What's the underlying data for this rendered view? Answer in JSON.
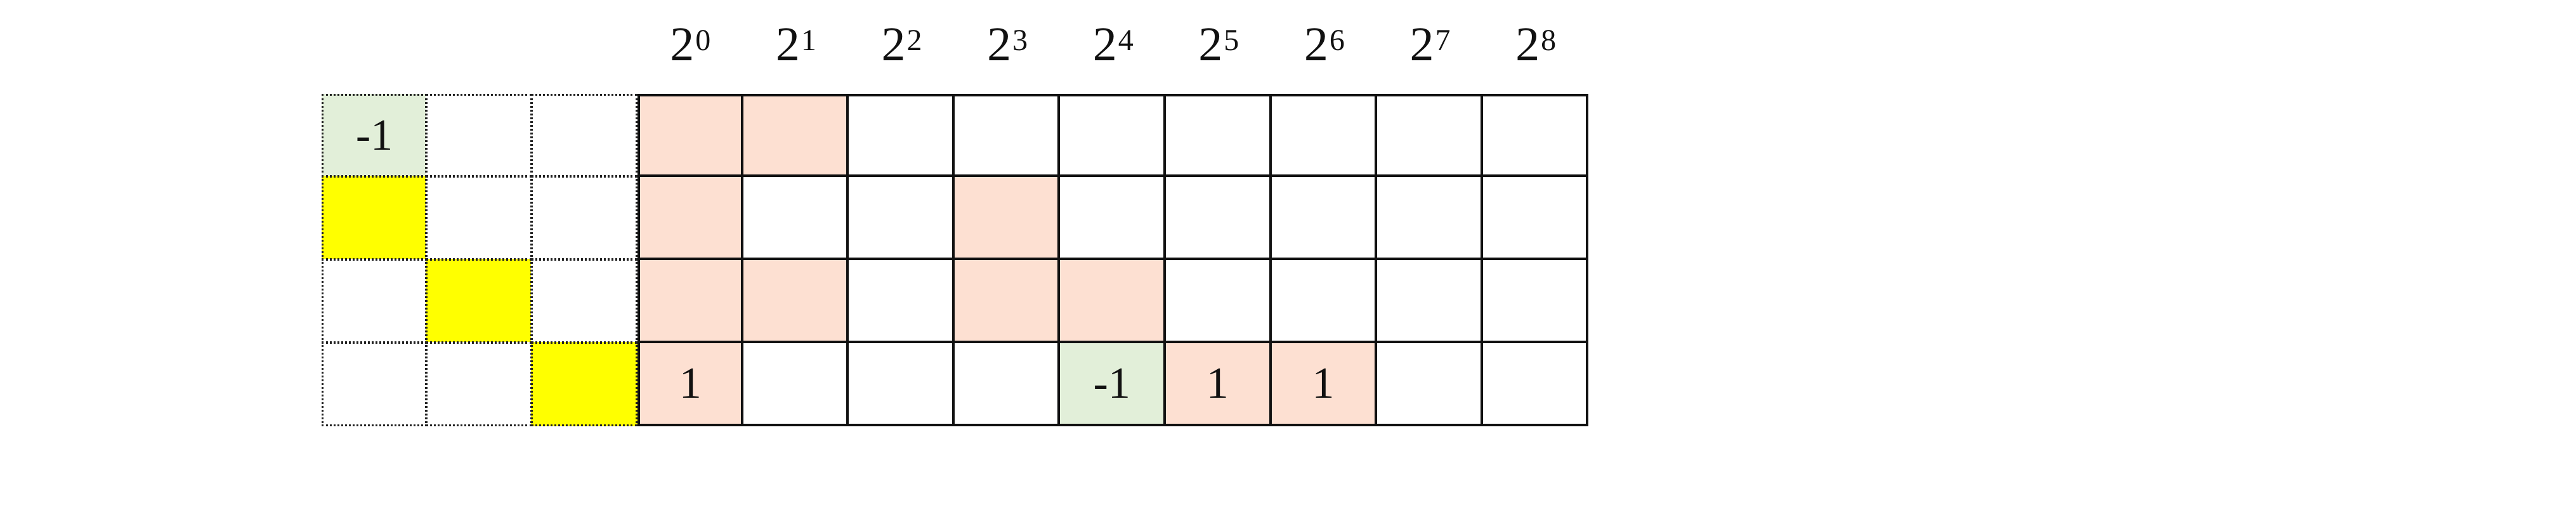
{
  "colors": {
    "salmon": "#fde0d2",
    "green": "#e2efd9",
    "yellow": "#ffff00",
    "white": "#ffffff",
    "line": "#111111"
  },
  "headers": [
    {
      "base": "2",
      "exp": "0"
    },
    {
      "base": "2",
      "exp": "1"
    },
    {
      "base": "2",
      "exp": "2"
    },
    {
      "base": "2",
      "exp": "3"
    },
    {
      "base": "2",
      "exp": "4"
    },
    {
      "base": "2",
      "exp": "5"
    },
    {
      "base": "2",
      "exp": "6"
    },
    {
      "base": "2",
      "exp": "7"
    },
    {
      "base": "2",
      "exp": "8"
    }
  ],
  "left_grid": [
    [
      {
        "fill": "green",
        "text": "-1"
      },
      {
        "fill": "white",
        "text": ""
      },
      {
        "fill": "white",
        "text": ""
      }
    ],
    [
      {
        "fill": "yellow",
        "text": ""
      },
      {
        "fill": "white",
        "text": ""
      },
      {
        "fill": "white",
        "text": ""
      }
    ],
    [
      {
        "fill": "white",
        "text": ""
      },
      {
        "fill": "yellow",
        "text": ""
      },
      {
        "fill": "white",
        "text": ""
      }
    ],
    [
      {
        "fill": "white",
        "text": ""
      },
      {
        "fill": "white",
        "text": ""
      },
      {
        "fill": "yellow",
        "text": ""
      }
    ]
  ],
  "main_grid": [
    [
      {
        "fill": "salmon",
        "text": ""
      },
      {
        "fill": "salmon",
        "text": ""
      },
      {
        "fill": "white",
        "text": ""
      },
      {
        "fill": "white",
        "text": ""
      },
      {
        "fill": "white",
        "text": ""
      },
      {
        "fill": "white",
        "text": ""
      },
      {
        "fill": "white",
        "text": ""
      },
      {
        "fill": "white",
        "text": ""
      },
      {
        "fill": "white",
        "text": ""
      }
    ],
    [
      {
        "fill": "salmon",
        "text": ""
      },
      {
        "fill": "white",
        "text": ""
      },
      {
        "fill": "white",
        "text": ""
      },
      {
        "fill": "salmon",
        "text": ""
      },
      {
        "fill": "white",
        "text": ""
      },
      {
        "fill": "white",
        "text": ""
      },
      {
        "fill": "white",
        "text": ""
      },
      {
        "fill": "white",
        "text": ""
      },
      {
        "fill": "white",
        "text": ""
      }
    ],
    [
      {
        "fill": "salmon",
        "text": ""
      },
      {
        "fill": "salmon",
        "text": ""
      },
      {
        "fill": "white",
        "text": ""
      },
      {
        "fill": "salmon",
        "text": ""
      },
      {
        "fill": "salmon",
        "text": ""
      },
      {
        "fill": "white",
        "text": ""
      },
      {
        "fill": "white",
        "text": ""
      },
      {
        "fill": "white",
        "text": ""
      },
      {
        "fill": "white",
        "text": ""
      }
    ],
    [
      {
        "fill": "salmon",
        "text": "1"
      },
      {
        "fill": "white",
        "text": ""
      },
      {
        "fill": "white",
        "text": ""
      },
      {
        "fill": "white",
        "text": ""
      },
      {
        "fill": "green",
        "text": "-1"
      },
      {
        "fill": "salmon",
        "text": "1"
      },
      {
        "fill": "salmon",
        "text": "1"
      },
      {
        "fill": "white",
        "text": ""
      },
      {
        "fill": "white",
        "text": ""
      }
    ]
  ]
}
